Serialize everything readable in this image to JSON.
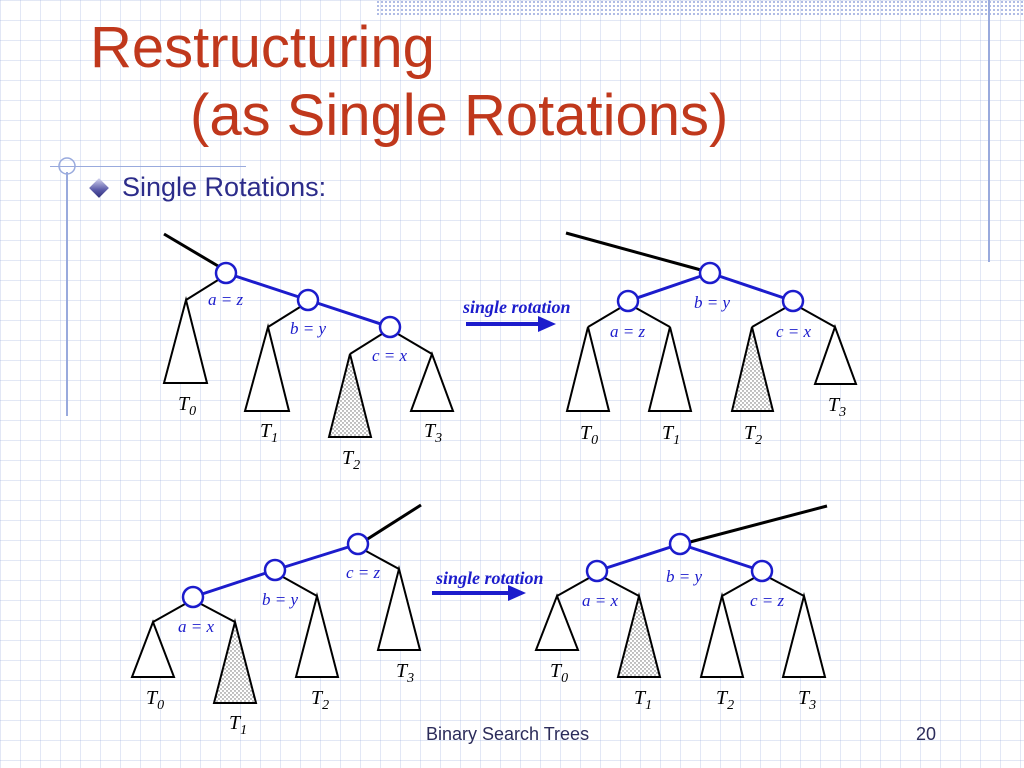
{
  "slide": {
    "title_line1": "Restructuring",
    "title_line2": "(as Single Rotations)",
    "bullet": "Single Rotations:",
    "footer_center": "Binary Search Trees",
    "footer_page": "20"
  },
  "diagram": {
    "arrow_label": "single rotation",
    "top_left": {
      "a": "a = z",
      "b": "b = y",
      "c": "c = x"
    },
    "top_right": {
      "a": "a = z",
      "b": "b = y",
      "c": "c = x"
    },
    "bottom_left": {
      "a": "a = x",
      "b": "b = y",
      "c": "c = z"
    },
    "bottom_right": {
      "a": "a = x",
      "b": "b = y",
      "c": "c = z"
    },
    "subtree_letter": "T",
    "subscripts": [
      "0",
      "1",
      "2",
      "3"
    ],
    "shaded_subtree": {
      "top": "T2",
      "bottom": "T1"
    }
  },
  "colors": {
    "title": "#c0381c",
    "text": "#2c2c8a",
    "edge": "#1c1ccc"
  },
  "icons": {
    "bullet": "diamond-bullet-icon",
    "arrow": "arrow-right-icon"
  }
}
